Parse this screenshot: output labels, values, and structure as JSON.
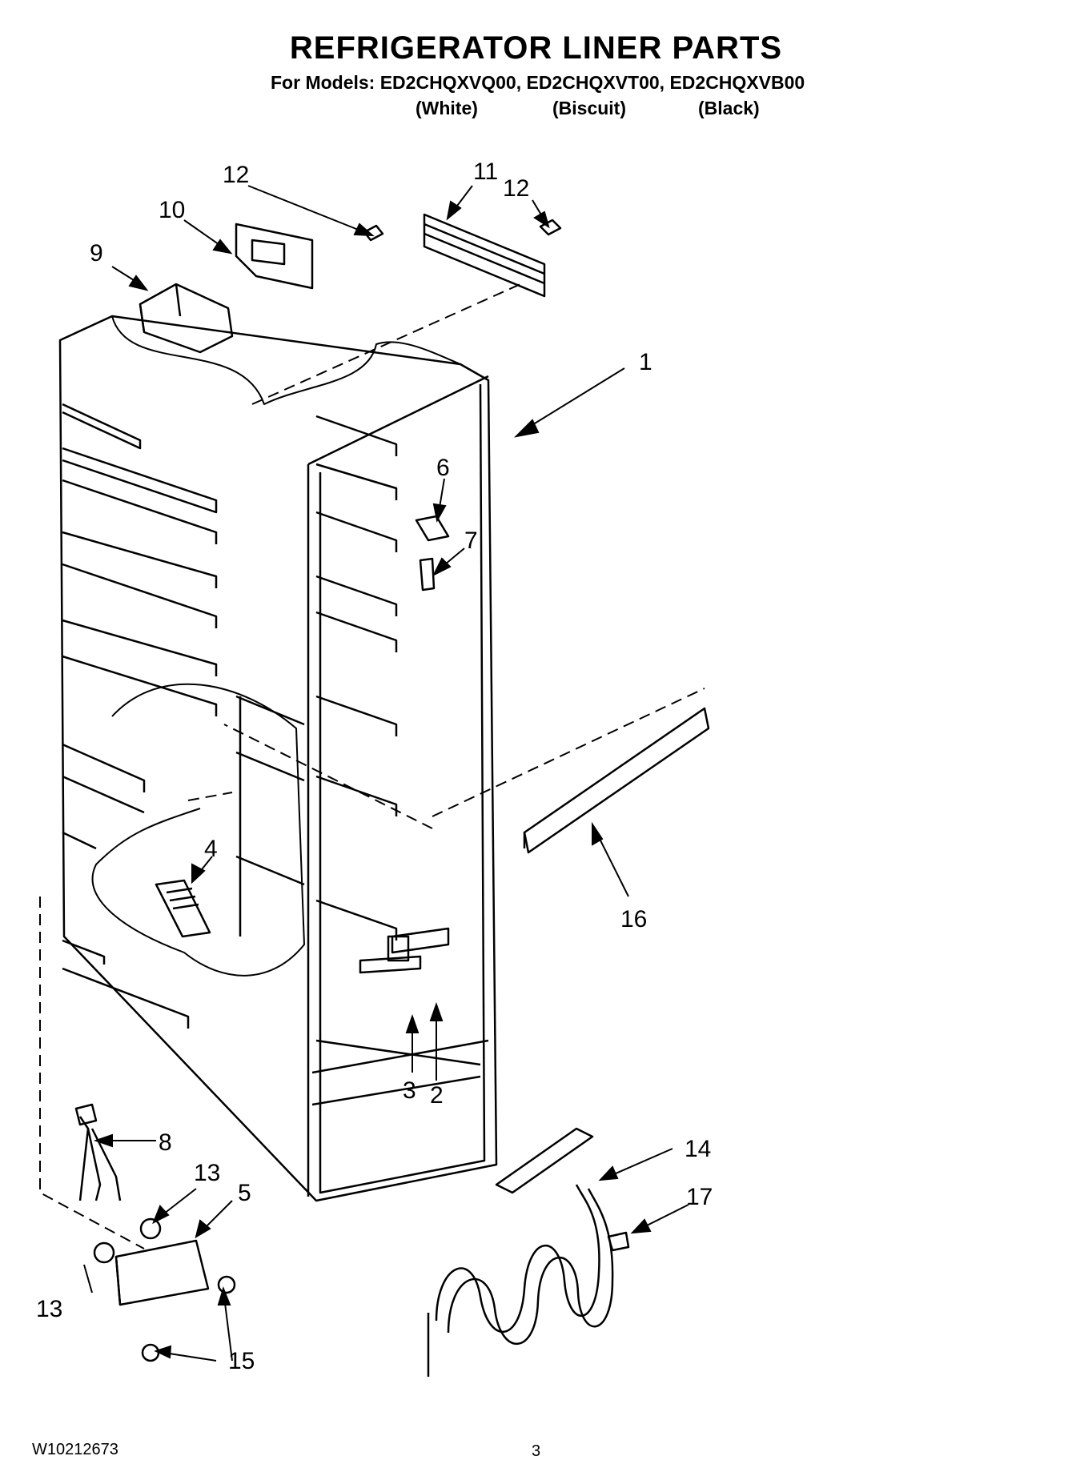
{
  "header": {
    "title": "REFRIGERATOR LINER PARTS",
    "models_line": "For Models: ED2CHQXVQ00, ED2CHQXVT00, ED2CHQXVB00",
    "colors": [
      "(White)",
      "(Biscuit)",
      "(Black)"
    ]
  },
  "callouts": [
    "1",
    "2",
    "3",
    "4",
    "5",
    "6",
    "7",
    "8",
    "9",
    "10",
    "11",
    "12",
    "12",
    "13",
    "13",
    "14",
    "15",
    "16",
    "17"
  ],
  "footer": {
    "doc_code": "W10212673",
    "page_number": "3"
  }
}
